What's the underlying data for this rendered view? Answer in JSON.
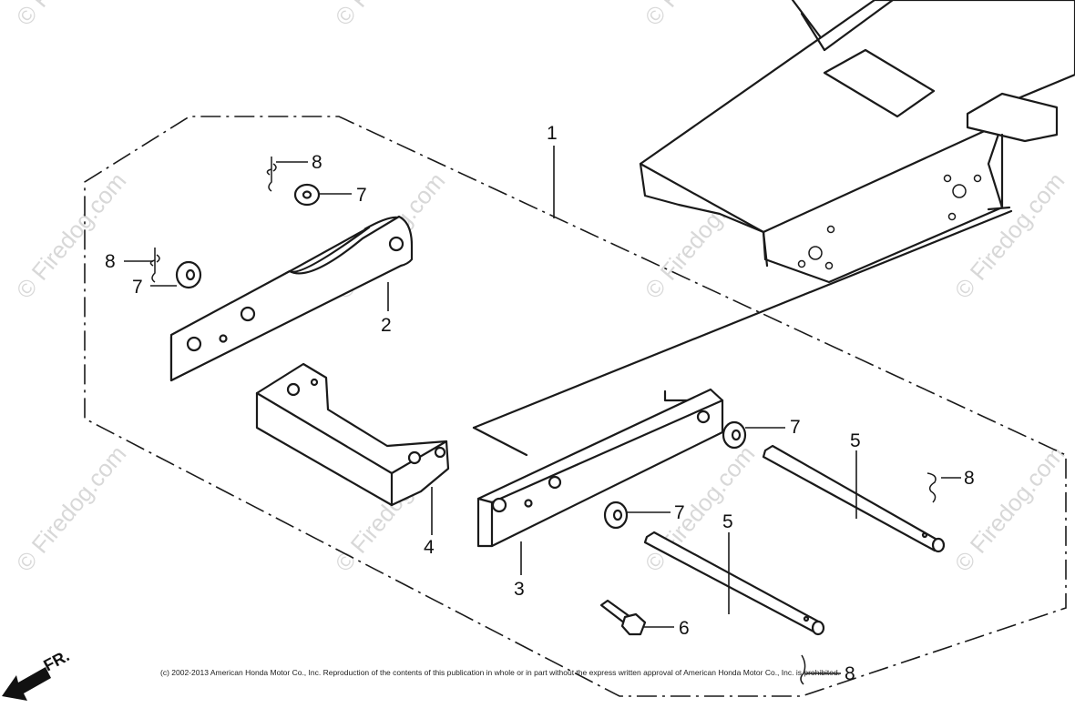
{
  "watermark": {
    "text": "© Firedog.com"
  },
  "callouts": [
    "1",
    "2",
    "3",
    "4",
    "5",
    "5",
    "6",
    "7",
    "7",
    "7",
    "7",
    "8",
    "8",
    "8",
    "8"
  ],
  "direction_label": "FR.",
  "copyright": "(c) 2002-2013 American Honda Motor Co., Inc. Reproduction of the contents of this publication in whole or in part without the express written approval of American Honda Motor Co., Inc. is prohibited.",
  "icons": [
    "forward-arrow-icon"
  ]
}
